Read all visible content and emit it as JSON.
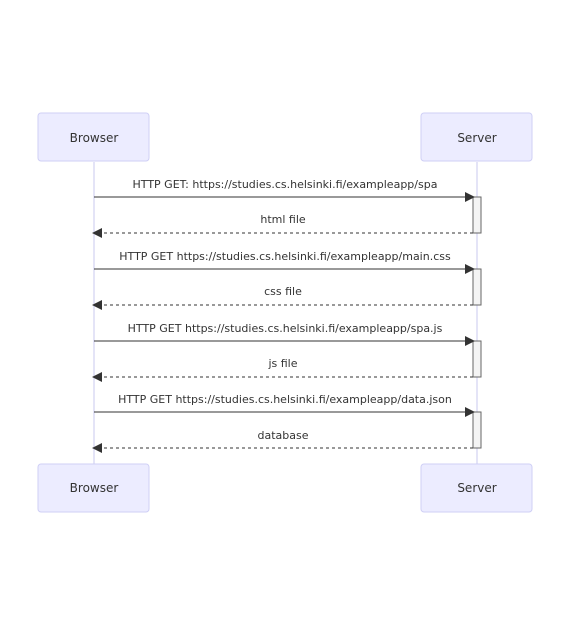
{
  "actors": {
    "left": "Browser",
    "right": "Server"
  },
  "messages": [
    {
      "text": "HTTP GET: https://studies.cs.helsinki.fi/exampleapp/spa",
      "direction": "to-server",
      "style": "solid"
    },
    {
      "text": "html file",
      "direction": "to-browser",
      "style": "dashed"
    },
    {
      "text": "HTTP GET https://studies.cs.helsinki.fi/exampleapp/main.css",
      "direction": "to-server",
      "style": "solid"
    },
    {
      "text": "css file",
      "direction": "to-browser",
      "style": "dashed"
    },
    {
      "text": "HTTP GET https://studies.cs.helsinki.fi/exampleapp/spa.js",
      "direction": "to-server",
      "style": "solid"
    },
    {
      "text": "js file",
      "direction": "to-browser",
      "style": "dashed"
    },
    {
      "text": "HTTP GET https://studies.cs.helsinki.fi/exampleapp/data.json",
      "direction": "to-server",
      "style": "solid"
    },
    {
      "text": "database",
      "direction": "to-browser",
      "style": "dashed"
    }
  ]
}
